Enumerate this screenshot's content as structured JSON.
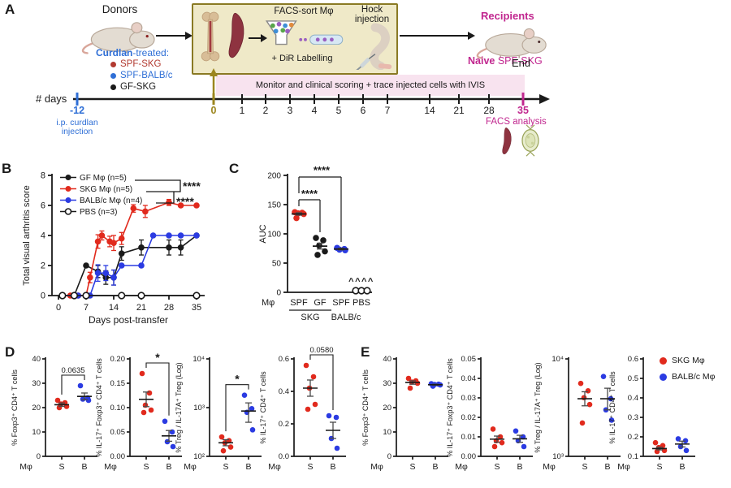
{
  "colors": {
    "red": "#e12a1d",
    "blue": "#2b3be2",
    "black": "#1a1a1a",
    "magenta": "#c1278f",
    "text_blue": "#2f6fd6",
    "dark_red_text": "#b23a30",
    "olive": "#9c861e",
    "box_fill": "#efe9c8",
    "box_border": "#8a7a24",
    "banner_pink": "#f8e3ef"
  },
  "panels": {
    "a": "A",
    "b": "B",
    "c": "C",
    "d": "D",
    "e": "E"
  },
  "panel_a": {
    "donors_label": "Donors",
    "curdlan_bold": "Curdlan",
    "curdlan_rest": "-treated:",
    "donor_groups": [
      {
        "label": "SPF-SKG",
        "color": "#b23a30"
      },
      {
        "label": "SPF-BALB/c",
        "color": "#2f6fd6"
      },
      {
        "label": "GF-SKG",
        "color": "#1a1a1a"
      }
    ],
    "facs_sort_label": "FACS-sort Mφ",
    "dir_label": "+ DiR Labelling",
    "hock_label": "Hock injection",
    "recipients_label": "Recipients",
    "naive_bold": "Naive",
    "naive_rest": " SPF-SKG",
    "end_label": "End",
    "facs_analysis_label": "FACS analysis",
    "timeline": {
      "days_label": "# days",
      "pre_tick_label": "-12",
      "pre_tick_note1": "i.p. curdlan",
      "pre_tick_note2": "injection",
      "zero_label": "0",
      "ticks": [
        "1",
        "2",
        "3",
        "4",
        "5",
        "6",
        "7",
        "14",
        "21",
        "28"
      ],
      "end_tick_label": "35",
      "banner": "Monitor and clinical scoring + trace injected cells with IVIS"
    }
  },
  "legend_e": {
    "items": [
      {
        "label": "SKG Mφ",
        "color": "#e12a1d"
      },
      {
        "label": "BALB/c Mφ",
        "color": "#2b3be2"
      }
    ]
  },
  "chart_data": [
    {
      "id": "B",
      "type": "line",
      "ylabel": "Total visual arthritis score",
      "xlabel": "Days post-transfer",
      "xlim": [
        0,
        35
      ],
      "ylim": [
        0,
        8
      ],
      "xticks": [
        0,
        7,
        14,
        21,
        28,
        35
      ],
      "yticks": [
        0,
        2,
        4,
        6,
        8
      ],
      "sig": [
        "****",
        "****"
      ],
      "legend_position": "top-left",
      "grid": false,
      "series": [
        {
          "name": "GF Mφ (n=5)",
          "color": "#1a1a1a",
          "open": false,
          "x": [
            1,
            4,
            7,
            10,
            12,
            14,
            16,
            21,
            28,
            31,
            35
          ],
          "y": [
            0,
            0,
            2,
            1.6,
            1.2,
            1.2,
            2.8,
            3.2,
            3.2,
            3.2,
            4
          ],
          "err": [
            0,
            0,
            0,
            0.4,
            0.45,
            0.5,
            0.45,
            0.5,
            0.5,
            0.5,
            0
          ]
        },
        {
          "name": "SKG Mφ (n=5)",
          "color": "#e12a1d",
          "open": false,
          "x": [
            1,
            3,
            5,
            7,
            8,
            10,
            11,
            13,
            14,
            16,
            19,
            22,
            28,
            31,
            35
          ],
          "y": [
            0,
            0,
            0,
            0,
            1.2,
            3.6,
            4,
            3.6,
            3.5,
            3.8,
            5.8,
            5.6,
            6.2,
            6,
            6
          ],
          "err": [
            0,
            0,
            0,
            0,
            0.35,
            0.45,
            0.3,
            0.35,
            0.5,
            0.4,
            0.25,
            0.4,
            0.2,
            0,
            0
          ]
        },
        {
          "name": "BALB/c Mφ (n=4)",
          "color": "#2b3be2",
          "open": false,
          "x": [
            1,
            5,
            8,
            10,
            12,
            14,
            16,
            21,
            24,
            28,
            31,
            35
          ],
          "y": [
            0,
            0,
            0,
            1.5,
            1.5,
            1.2,
            2,
            2,
            4,
            4,
            4,
            4
          ],
          "err": [
            0,
            0,
            0,
            0.55,
            0.5,
            0.5,
            0,
            0,
            0,
            0,
            0,
            0
          ]
        },
        {
          "name": "PBS (n=3)",
          "color": "#1a1a1a",
          "open": true,
          "x": [
            1,
            4,
            7,
            16,
            21,
            35
          ],
          "y": [
            0,
            0,
            0,
            0,
            0,
            0
          ],
          "err": [
            0,
            0,
            0,
            0,
            0,
            0
          ]
        }
      ]
    },
    {
      "id": "C",
      "type": "scatter_c",
      "ylabel": "AUC",
      "ylim": [
        0,
        200
      ],
      "yticks": [
        0,
        50,
        100,
        150,
        200
      ],
      "row_label": "Mφ",
      "cats": [
        "SPF",
        "GF",
        "SPF",
        "PBS"
      ],
      "group_label_1": "SKG",
      "group_label_2": "BALB/c",
      "sig_upper": "****",
      "sig_lower": "****",
      "caret": "^^^^",
      "groups": [
        {
          "color": "#e12a1d",
          "open": false,
          "values": [
            137,
            136,
            135,
            134,
            127
          ],
          "mean": 134,
          "lo": 132,
          "hi": 136
        },
        {
          "color": "#1a1a1a",
          "open": false,
          "values": [
            93,
            89,
            80,
            70,
            64
          ],
          "mean": 79,
          "lo": 74,
          "hi": 84
        },
        {
          "color": "#2b3be2",
          "open": false,
          "values": [
            76,
            74,
            73,
            72
          ],
          "mean": 74,
          "lo": 72.5,
          "hi": 75.5
        },
        {
          "color": "#1a1a1a",
          "open": true,
          "values": [
            0,
            0,
            0
          ]
        }
      ]
    },
    {
      "id": "D1",
      "type": "mini",
      "ylabel": "% Foxp3⁺ CD4⁺ T cells",
      "ylim": [
        0,
        40
      ],
      "log": false,
      "ytick_vals": [
        0,
        10,
        20,
        30,
        40
      ],
      "ytick_labels": [
        "0",
        "10",
        "20",
        "30",
        "40"
      ],
      "row_label": "Mφ",
      "sig": "0.0635",
      "groups": [
        {
          "tick": "S",
          "color": "#e12a1d",
          "values": [
            23,
            22,
            21.5,
            20.5,
            20
          ],
          "mean": 21.2,
          "lo": 20.5,
          "hi": 21.9
        },
        {
          "tick": "B",
          "color": "#2b3be2",
          "values": [
            29,
            24,
            23.5,
            23
          ],
          "mean": 24.6,
          "lo": 23.2,
          "hi": 26
        }
      ]
    },
    {
      "id": "D2",
      "type": "mini",
      "ylabel": "% IL-17⁺ Foxp3⁺ CD4⁺ T cells",
      "ylim": [
        0,
        0.2
      ],
      "log": false,
      "ytick_vals": [
        0,
        0.05,
        0.1,
        0.15,
        0.2
      ],
      "ytick_labels": [
        "0.00",
        "0.05",
        "0.10",
        "0.15",
        "0.20"
      ],
      "row_label": "Mφ",
      "sig": "*",
      "groups": [
        {
          "tick": "S",
          "color": "#e12a1d",
          "values": [
            0.17,
            0.13,
            0.105,
            0.095,
            0.09
          ],
          "mean": 0.117,
          "lo": 0.102,
          "hi": 0.132
        },
        {
          "tick": "B",
          "color": "#2b3be2",
          "values": [
            0.072,
            0.05,
            0.03,
            0.02
          ],
          "mean": 0.042,
          "lo": 0.031,
          "hi": 0.053
        }
      ]
    },
    {
      "id": "D3",
      "type": "mini",
      "ylabel": "% Treg / IL-17A⁺ Treg (Log)",
      "ylim": [
        100,
        10000
      ],
      "log": true,
      "ytick_vals": [
        100,
        1000,
        10000
      ],
      "ytick_labels": [
        "10²",
        "10³",
        "10⁴"
      ],
      "row_label": "Mφ",
      "sig": "*",
      "groups": [
        {
          "tick": "S",
          "color": "#e12a1d",
          "values": [
            250,
            210,
            190,
            155,
            130
          ],
          "mean": 190,
          "lo": 165,
          "hi": 220
        },
        {
          "tick": "B",
          "color": "#2b3be2",
          "values": [
            1800,
            950,
            800,
            350
          ],
          "mean": 850,
          "lo": 500,
          "hi": 1250
        }
      ]
    },
    {
      "id": "D4",
      "type": "mini",
      "ylabel": "% IL-17⁺ CD4⁺ T cells",
      "ylim": [
        0,
        0.6
      ],
      "log": false,
      "ytick_vals": [
        0,
        0.2,
        0.4,
        0.6
      ],
      "ytick_labels": [
        "0.0",
        "0.2",
        "0.4",
        "0.6"
      ],
      "row_label": "Mφ",
      "sig": "0.0580",
      "groups": [
        {
          "tick": "S",
          "color": "#e12a1d",
          "values": [
            0.56,
            0.49,
            0.42,
            0.32,
            0.29
          ],
          "mean": 0.42,
          "lo": 0.37,
          "hi": 0.47
        },
        {
          "tick": "B",
          "color": "#2b3be2",
          "values": [
            0.25,
            0.24,
            0.11,
            0.05
          ],
          "mean": 0.16,
          "lo": 0.11,
          "hi": 0.21
        }
      ]
    },
    {
      "id": "E1",
      "type": "mini",
      "ylabel": "% Foxp3⁺ CD4⁺ T cells",
      "ylim": [
        0,
        40
      ],
      "log": false,
      "ytick_vals": [
        0,
        10,
        20,
        30,
        40
      ],
      "ytick_labels": [
        "0",
        "10",
        "20",
        "30",
        "40"
      ],
      "row_label": "Mφ",
      "sig": null,
      "groups": [
        {
          "tick": "S",
          "color": "#e12a1d",
          "values": [
            32,
            31,
            30.5,
            30,
            28
          ],
          "mean": 30.3,
          "lo": 29.6,
          "hi": 31
        },
        {
          "tick": "B",
          "color": "#2b3be2",
          "values": [
            29.8,
            29.6,
            29.5,
            29.3,
            28.8
          ],
          "mean": 29.4,
          "lo": 29.2,
          "hi": 29.6
        }
      ]
    },
    {
      "id": "E2",
      "type": "mini",
      "ylabel": "% IL-17⁺ Foxp3⁺ CD4⁺ T cells",
      "ylim": [
        0,
        0.05
      ],
      "log": false,
      "ytick_vals": [
        0,
        0.01,
        0.02,
        0.03,
        0.04,
        0.05
      ],
      "ytick_labels": [
        "0.00",
        "0.01",
        "0.02",
        "0.03",
        "0.04",
        "0.05"
      ],
      "row_label": "Mφ",
      "sig": null,
      "groups": [
        {
          "tick": "S",
          "color": "#e12a1d",
          "values": [
            0.014,
            0.01,
            0.008,
            0.007,
            0.005
          ],
          "mean": 0.0088,
          "lo": 0.0072,
          "hi": 0.0104
        },
        {
          "tick": "B",
          "color": "#2b3be2",
          "values": [
            0.013,
            0.01,
            0.008,
            0.005
          ],
          "mean": 0.009,
          "lo": 0.0072,
          "hi": 0.0108
        }
      ]
    },
    {
      "id": "E3",
      "type": "mini",
      "ylabel": "% Treg / IL-17A⁺ Treg (Log)",
      "ylim": [
        1000,
        10000
      ],
      "log": true,
      "ytick_vals": [
        1000,
        10000
      ],
      "ytick_labels": [
        "10³",
        "10⁴"
      ],
      "row_label": "Mφ",
      "sig": null,
      "groups": [
        {
          "tick": "S",
          "color": "#e12a1d",
          "values": [
            5600,
            4700,
            4000,
            3400,
            2200
          ],
          "mean": 3900,
          "lo": 3300,
          "hi": 4600
        },
        {
          "tick": "B",
          "color": "#2b3be2",
          "values": [
            6600,
            3900,
            3000,
            2350
          ],
          "mean": 3900,
          "lo": 3000,
          "hi": 5000
        }
      ]
    },
    {
      "id": "E4",
      "type": "mini",
      "ylabel": "% IL-17⁺ CD4⁺ T cells",
      "ylim": [
        0.1,
        0.6
      ],
      "log": false,
      "ytick_vals": [
        0.1,
        0.2,
        0.3,
        0.4,
        0.5,
        0.6
      ],
      "ytick_labels": [
        "0.1",
        "0.2",
        "0.3",
        "0.4",
        "0.5",
        "0.6"
      ],
      "row_label": "Mφ",
      "sig": null,
      "groups": [
        {
          "tick": "S",
          "color": "#e12a1d",
          "values": [
            0.17,
            0.155,
            0.145,
            0.13,
            0.125
          ],
          "mean": 0.14,
          "lo": 0.133,
          "hi": 0.147
        },
        {
          "tick": "B",
          "color": "#2b3be2",
          "values": [
            0.19,
            0.18,
            0.15,
            0.13
          ],
          "mean": 0.163,
          "lo": 0.148,
          "hi": 0.178
        }
      ]
    }
  ]
}
